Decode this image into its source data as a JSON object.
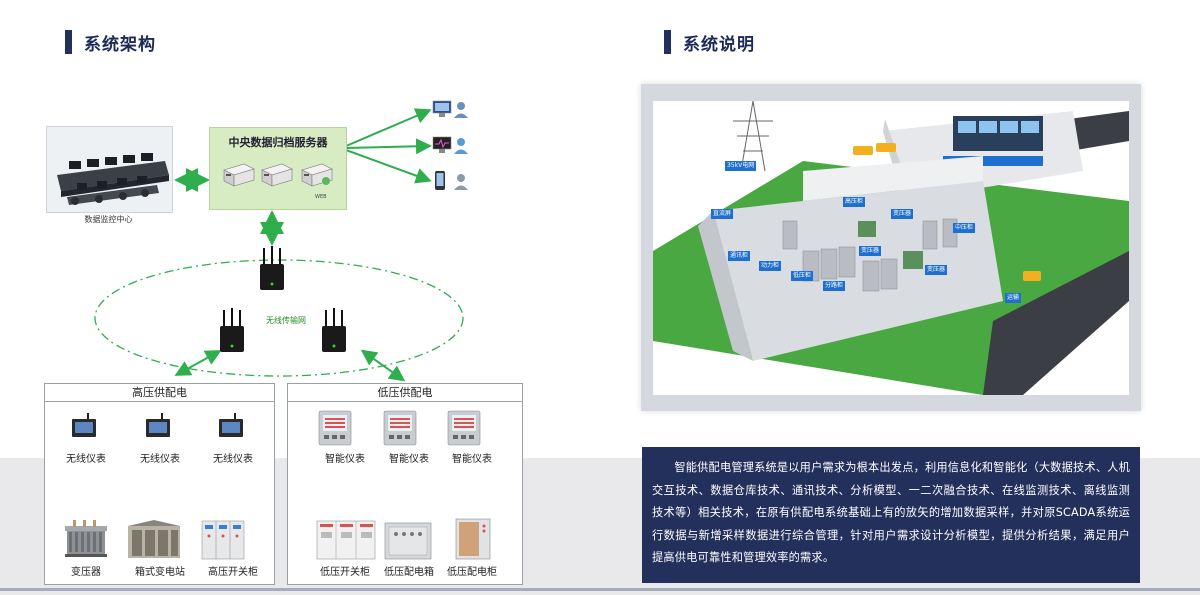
{
  "sections": {
    "architecture_title": "系统架构",
    "description_title": "系统说明"
  },
  "monitor_center": {
    "label": "数据监控中心"
  },
  "server": {
    "title": "中央数据归档服务器",
    "web_label": "WEB"
  },
  "network": {
    "label": "无线传输网"
  },
  "high_voltage": {
    "title": "高压供配电",
    "meters": [
      "无线仪表",
      "无线仪表",
      "无线仪表"
    ],
    "equipment": [
      "变压器",
      "箱式变电站",
      "高压开关柜"
    ]
  },
  "low_voltage": {
    "title": "低压供配电",
    "meters": [
      "智能仪表",
      "智能仪表",
      "智能仪表"
    ],
    "equipment": [
      "低压开关柜",
      "低压配电箱",
      "低压配电柜"
    ]
  },
  "scene": {
    "tags": [
      "35kV电网",
      "直流屏",
      "高压柜",
      "变压器",
      "中压柜",
      "通讯柜",
      "动力柜",
      "低压柜",
      "分路柜",
      "变压器",
      "变压器",
      "运输"
    ]
  },
  "description": {
    "text": "智能供配电管理系统是以用户需求为根本出发点，利用信息化和智能化（大数据技术、人机交互技术、数据仓库技术、通讯技术、分析模型、一二次融合技术、在线监测技术、离线监测技术等）相关技术，在原有供配电系统基础上有的放矢的增加数据采样，并对原SCADA系统运行数据与新增采样数据进行综合管理，针对用户需求设计分析模型，提供分析结果，满足用户提高供电可靠性和管理效率的需求。"
  },
  "colors": {
    "navy": "#24305c",
    "green_arrow": "#2fae4e",
    "server_bg": "#d8ecc4",
    "tag_blue": "#1f6fd0"
  }
}
